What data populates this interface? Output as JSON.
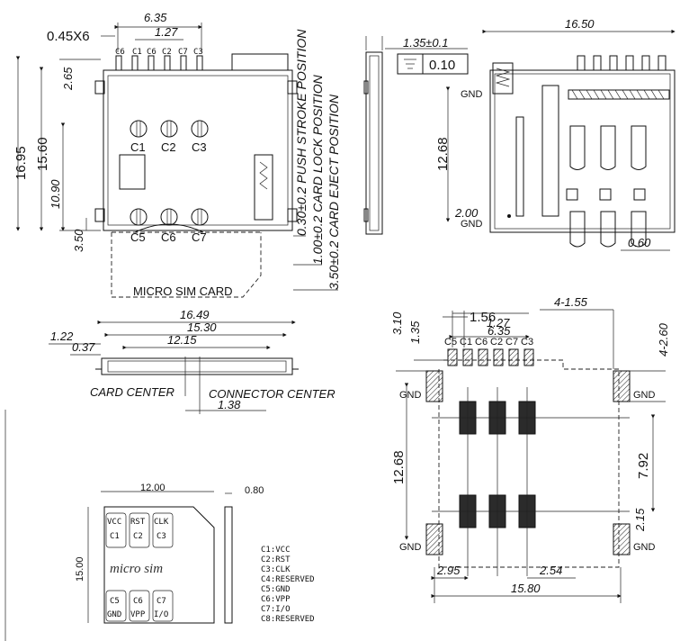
{
  "top_left": {
    "pitch": "0.45X6",
    "span": "6.35",
    "spacing": "1.27",
    "pin_labels": [
      "C6",
      "C1",
      "C6",
      "C2",
      "C7",
      "C3"
    ],
    "contacts_top": [
      "C1",
      "C2",
      "C3"
    ],
    "contacts_bottom": [
      "C5",
      "C6",
      "C7"
    ],
    "dim_265": "2.65",
    "dim_1695": "16.95",
    "dim_1560": "15.60",
    "dim_1090": "10.90",
    "dim_350": "3.50",
    "card_label": "MICRO SIM CARD",
    "push_stroke": "0.30±0.2 PUSH STROKE POSITION",
    "card_lock": "1.00±0.2 CARD LOCK POSITION",
    "card_eject": "3.50±0.2 CARD EJECT POSITION"
  },
  "side_view": {
    "thickness": "1.35±0.1",
    "flatness_value": "0.10"
  },
  "top_right": {
    "width": "16.50",
    "height": "12.68",
    "dim_200": "2.00",
    "dim_060": "0.60",
    "gnd_top": "GND",
    "gnd_bottom": "GND"
  },
  "front_view": {
    "w1": "16.49",
    "w2": "15.30",
    "w3": "12.15",
    "h1": "1.22",
    "h2": "0.37",
    "card_center": "CARD CENTER",
    "connector_center": "CONNECTOR CENTER",
    "offset": "1.38"
  },
  "footprint": {
    "d156": "1.56",
    "d635": "6.35",
    "d127": "1.27",
    "d455": "4-1.55",
    "d310": "3.10",
    "d135": "1.35",
    "d4260": "4-2.60",
    "d1268": "12.68",
    "d792": "7.92",
    "d215": "2.15",
    "d295": "2.95",
    "d254": "2.54",
    "d1580": "15.80",
    "pin_labels": [
      "C5",
      "C1",
      "C6",
      "C2",
      "C7",
      "C3"
    ],
    "gnd": "GND"
  },
  "sim_card": {
    "width": "12.00",
    "thickness": "0.80",
    "height": "15.00",
    "title": "micro sim",
    "cells_top": [
      [
        "VCC",
        "C1"
      ],
      [
        "RST",
        "C2"
      ],
      [
        "CLK",
        "C3"
      ]
    ],
    "cells_bottom": [
      [
        "C5",
        "GND"
      ],
      [
        "C6",
        "VPP"
      ],
      [
        "C7",
        "I/O"
      ]
    ],
    "legend": [
      "C1:VCC",
      "C2:RST",
      "C3:CLK",
      "C4:RESERVED",
      "C5:GND",
      "C6:VPP",
      "C7:I/O",
      "C8:RESERVED"
    ]
  }
}
